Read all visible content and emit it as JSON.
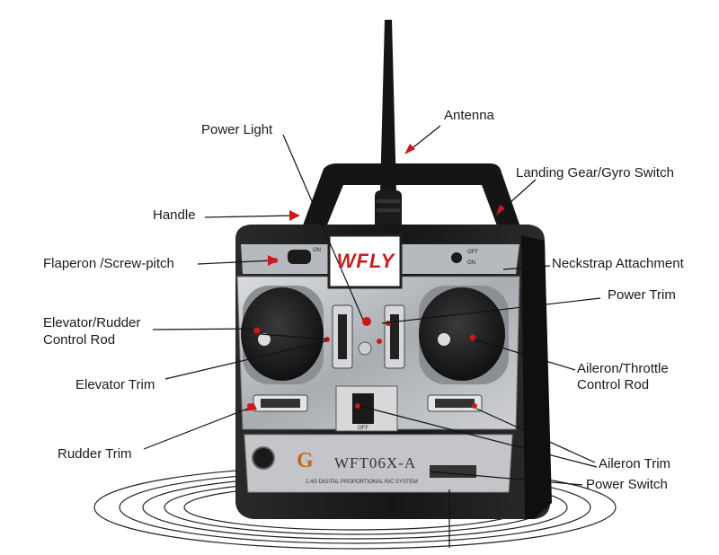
{
  "device": {
    "brand_logo": "WFLY",
    "model": "WFT06X-A",
    "subline": "2.4G DIGITAL PROPORTIONAL R/C SYSTEM",
    "badge": "G",
    "switch_top_left": "ON",
    "switch_bottom_left": "OFF",
    "switch_right_top": "OFF",
    "switch_right_bottom": "ON"
  },
  "labels": {
    "antenna": "Antenna",
    "power_light": "Power Light",
    "landing_gear": "Landing Gear/Gyro Switch",
    "handle": "Handle",
    "flaperon": "Flaperon /Screw-pitch",
    "neckstrap": "Neckstrap Attachment",
    "power_trim": "Power Trim",
    "elevator_rudder_1": "Elevator/Rudder",
    "elevator_rudder_2": "Control Rod",
    "elevator_trim": "Elevator Trim",
    "aileron_throttle_1": "Aileron/Throttle",
    "aileron_throttle_2": "Control  Rod",
    "rudder_trim": "Rudder Trim",
    "aileron_trim": "Aileron Trim",
    "power_switch": "Power Switch"
  },
  "colors": {
    "body": "#1e1e1e",
    "panel": "#b9bcc0",
    "accent_red": "#d01818",
    "logo_red": "#c81e1e",
    "logo_blue": "#1c3f8f"
  }
}
